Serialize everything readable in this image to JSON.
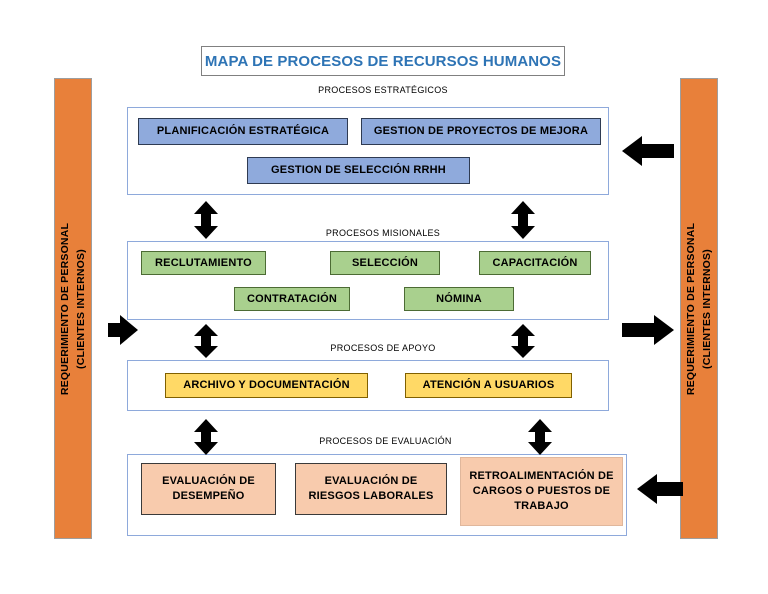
{
  "title": {
    "text": "MAPA DE PROCESOS DE RECURSOS HUMANOS",
    "color": "#2E74B5"
  },
  "side_bars": {
    "color": "#E8803A",
    "left": {
      "line1": "REQUERIMIENTO DE PERSONAL",
      "line2": "(CLIENTES INTERNOS)"
    },
    "right": {
      "line1": "REQUERIMIENTO DE PERSONAL",
      "line2": "(CLIENTES INTERNOS)"
    }
  },
  "sections": [
    {
      "id": "estrategicos",
      "label": "PROCESOS ESTRATÉGICOS",
      "box_color": "#8FAADC",
      "boxes": [
        {
          "label": "PLANIFICACIÓN ESTRATÉGICA"
        },
        {
          "label": "GESTION DE PROYECTOS DE MEJORA"
        },
        {
          "label": "GESTION DE SELECCIÓN RRHH"
        }
      ]
    },
    {
      "id": "misionales",
      "label": "PROCESOS MISIONALES",
      "box_color": "#A9D08E",
      "boxes": [
        {
          "label": "RECLUTAMIENTO"
        },
        {
          "label": "SELECCIÓN"
        },
        {
          "label": "CAPACITACIÓN"
        },
        {
          "label": "CONTRATACIÓN"
        },
        {
          "label": "NÓMINA"
        }
      ]
    },
    {
      "id": "apoyo",
      "label": "PROCESOS DE APOYO",
      "box_color": "#FFD966",
      "boxes": [
        {
          "label": "ARCHIVO Y DOCUMENTACIÓN"
        },
        {
          "label": "ATENCIÓN A USUARIOS"
        }
      ]
    },
    {
      "id": "evaluacion",
      "label": "PROCESOS DE EVALUACIÓN",
      "box_color": "#F8CBAD",
      "boxes": [
        {
          "label": "EVALUACIÓN DE DESEMPEÑO"
        },
        {
          "label": "EVALUACIÓN DE RIESGOS LABORALES"
        },
        {
          "label": "RETROALIMENTACIÓN DE CARGOS O PUESTOS DE TRABAJO"
        }
      ]
    }
  ],
  "arrows": {
    "color": "#000000",
    "items": [
      {
        "name": "arrow-input-top-right",
        "direction": "left"
      },
      {
        "name": "arrow-input-middle-left",
        "direction": "right"
      },
      {
        "name": "arrow-output-middle-right",
        "direction": "right"
      },
      {
        "name": "arrow-input-bottom-right",
        "direction": "left"
      },
      {
        "name": "arrow-link-estrategicos-misionales-left",
        "direction": "up-down"
      },
      {
        "name": "arrow-link-estrategicos-misionales-right",
        "direction": "up-down"
      },
      {
        "name": "arrow-link-misionales-apoyo-left",
        "direction": "up-down"
      },
      {
        "name": "arrow-link-misionales-apoyo-right",
        "direction": "up-down"
      },
      {
        "name": "arrow-link-apoyo-evaluacion-left",
        "direction": "up-down"
      },
      {
        "name": "arrow-link-apoyo-evaluacion-right",
        "direction": "up-down"
      }
    ]
  }
}
